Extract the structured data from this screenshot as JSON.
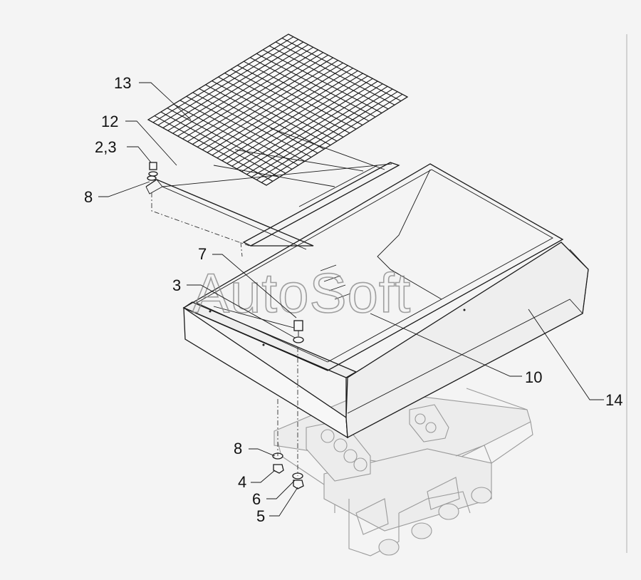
{
  "watermark": "AutoSoft",
  "callouts": {
    "c13": "13",
    "c12": "12",
    "c23": "2,3",
    "c8a": "8",
    "c7": "7",
    "c3": "3",
    "c10": "10",
    "c14": "14",
    "c8b": "8",
    "c4": "4",
    "c6": "6",
    "c5": "5"
  }
}
